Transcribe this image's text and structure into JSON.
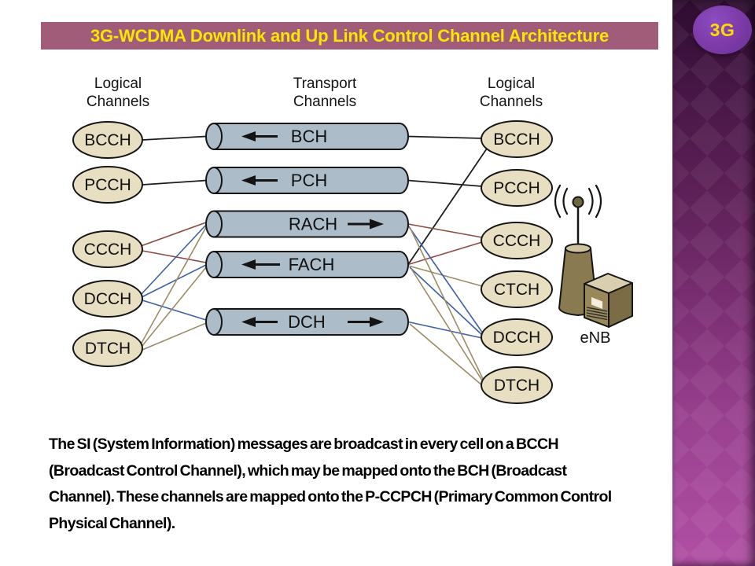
{
  "slide": {
    "title": "3G-WCDMA Downlink and Up Link Control Channel Architecture",
    "badge": "3G"
  },
  "diagram": {
    "headers": {
      "left": {
        "line1": "Logical",
        "line2": "Channels"
      },
      "transport": {
        "line1": "Transport",
        "line2": "Channels"
      },
      "right": {
        "line1": "Logical",
        "line2": "Channels"
      }
    },
    "left_channels": [
      "BCCH",
      "PCCH",
      "CCCH",
      "DCCH",
      "DTCH"
    ],
    "transport_channels": [
      {
        "label": "BCH",
        "arrow": "left"
      },
      {
        "label": "PCH",
        "arrow": "left"
      },
      {
        "label": "RACH",
        "arrow": "right"
      },
      {
        "label": "FACH",
        "arrow": "left"
      },
      {
        "label": "DCH",
        "arrow": "both"
      }
    ],
    "right_channels": [
      "BCCH",
      "PCCH",
      "CCCH",
      "CTCH",
      "DCCH",
      "DTCH"
    ],
    "enb_label": "eNB",
    "connections": {
      "left_side": [
        {
          "from": "BCCH",
          "to": "BCH",
          "color": "black"
        },
        {
          "from": "PCCH",
          "to": "PCH",
          "color": "black"
        },
        {
          "from": "CCCH",
          "to": "RACH",
          "color": "darkred"
        },
        {
          "from": "CCCH",
          "to": "FACH",
          "color": "darkred"
        },
        {
          "from": "DCCH",
          "to": "RACH",
          "color": "blue"
        },
        {
          "from": "DCCH",
          "to": "FACH",
          "color": "blue"
        },
        {
          "from": "DCCH",
          "to": "DCH",
          "color": "blue"
        },
        {
          "from": "DTCH",
          "to": "RACH",
          "color": "tan"
        },
        {
          "from": "DTCH",
          "to": "FACH",
          "color": "tan"
        },
        {
          "from": "DTCH",
          "to": "DCH",
          "color": "tan"
        }
      ],
      "right_side": [
        {
          "from": "BCH",
          "to": "BCCH",
          "color": "black"
        },
        {
          "from": "PCH",
          "to": "PCCH",
          "color": "black"
        },
        {
          "from": "FACH",
          "to": "BCCH",
          "color": "black"
        },
        {
          "from": "RACH",
          "to": "CCCH",
          "color": "darkred"
        },
        {
          "from": "FACH",
          "to": "CCCH",
          "color": "darkred"
        },
        {
          "from": "FACH",
          "to": "CTCH",
          "color": "tan"
        },
        {
          "from": "RACH",
          "to": "DCCH",
          "color": "blue"
        },
        {
          "from": "FACH",
          "to": "DCCH",
          "color": "blue"
        },
        {
          "from": "DCH",
          "to": "DCCH",
          "color": "blue"
        },
        {
          "from": "RACH",
          "to": "DTCH",
          "color": "tan"
        },
        {
          "from": "FACH",
          "to": "DTCH",
          "color": "tan"
        },
        {
          "from": "DCH",
          "to": "DTCH",
          "color": "tan"
        }
      ]
    },
    "colors": {
      "node_fill": "#e8dfc2",
      "cylinder_fill": "#adbcc9",
      "line_black": "#1d1d1d",
      "line_darkred": "#8e4a40",
      "line_blue": "#3d5fa5",
      "line_tan": "#9b8c66"
    }
  },
  "body": {
    "text": "The SI (System Information) messages are broadcast in every cell on a BCCH\n(Broadcast Control Channel), which may be mapped onto the BCH (Broadcast\nChannel). These channels are mapped onto the P-CCPCH (Primary Common Control\nPhysical Channel)."
  },
  "theme": {
    "title_bg": "#a05c78",
    "title_color": "#fae600",
    "badge_bg": "#7b3aa6",
    "badge_color": "#ffd900",
    "sidebar_top": "#2e0c30",
    "sidebar_bottom": "#b14fa4"
  }
}
